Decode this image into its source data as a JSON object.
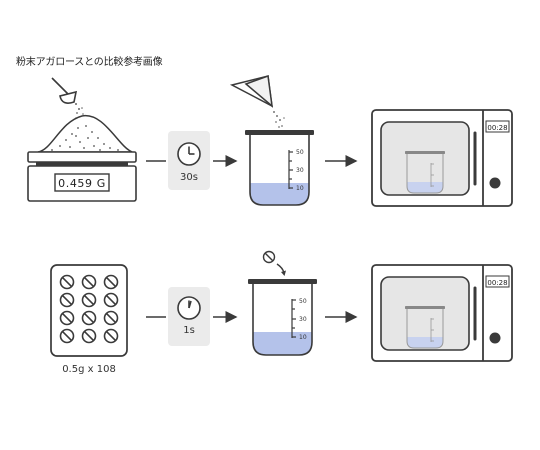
{
  "caption": "粉末アガロースとの比較参考画像",
  "row_powder": {
    "scale_display": "0.459 G",
    "timer_label": "30s",
    "beaker_marks": [
      "50",
      "30",
      "10"
    ],
    "microwave_display": "00:28"
  },
  "row_tablet": {
    "tablet_label": "0.5g x 108",
    "timer_label": "1s",
    "beaker_marks": [
      "50",
      "30",
      "10"
    ],
    "microwave_display": "00:28"
  },
  "colors": {
    "outline": "#3a3a3a",
    "liquid": "#b4c2ea",
    "timer_box": "#ebebeb",
    "microwave_window": "#e6e6e6"
  },
  "icons": {
    "clock": "clock-icon",
    "arrow": "right-arrow-icon",
    "tablet": "tablet-icon",
    "drop": "drop-arrow-icon"
  }
}
